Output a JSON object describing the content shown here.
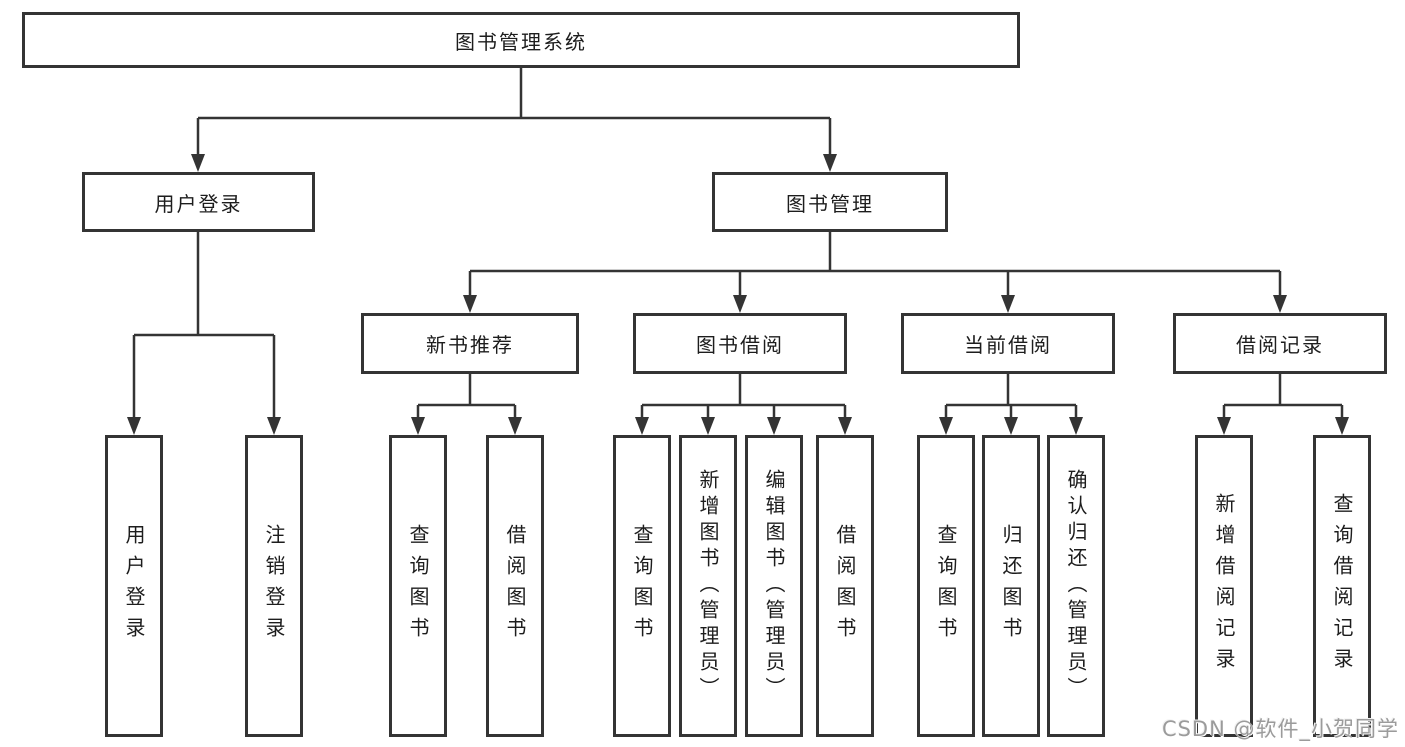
{
  "diagram_title": "图书管理系统",
  "tree": {
    "label": "图书管理系统",
    "children": [
      {
        "label": "用户登录",
        "children": [
          {
            "label": "用户登录"
          },
          {
            "label": "注销登录"
          }
        ]
      },
      {
        "label": "图书管理",
        "children": [
          {
            "label": "新书推荐",
            "children": [
              {
                "label": "查询图书"
              },
              {
                "label": "借阅图书"
              }
            ]
          },
          {
            "label": "图书借阅",
            "children": [
              {
                "label": "查询图书"
              },
              {
                "label": "新增图书（管理员）"
              },
              {
                "label": "编辑图书（管理员）"
              },
              {
                "label": "借阅图书"
              }
            ]
          },
          {
            "label": "当前借阅",
            "children": [
              {
                "label": "查询图书"
              },
              {
                "label": "归还图书"
              },
              {
                "label": "确认归还（管理员）"
              }
            ]
          },
          {
            "label": "借阅记录",
            "children": [
              {
                "label": "新增借阅记录"
              },
              {
                "label": "查询借阅记录"
              }
            ]
          }
        ]
      }
    ]
  },
  "watermark": {
    "text": "CSDN @软件_小贺同学"
  },
  "colors": {
    "line": "#343434",
    "box_border": "#343434",
    "text": "#1d1d1d",
    "background": "#ffffff",
    "watermark": "#9b9b9b"
  }
}
